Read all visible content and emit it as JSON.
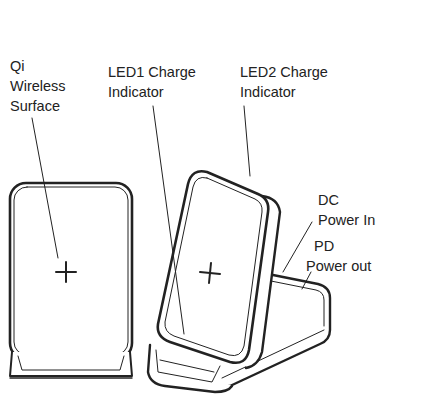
{
  "diagram": {
    "labels": [
      "Qi Wireless Surface",
      "LED1 Charge Indicator",
      "LED2 Charge Indicator",
      "DC Power In",
      "PD Power out"
    ]
  }
}
